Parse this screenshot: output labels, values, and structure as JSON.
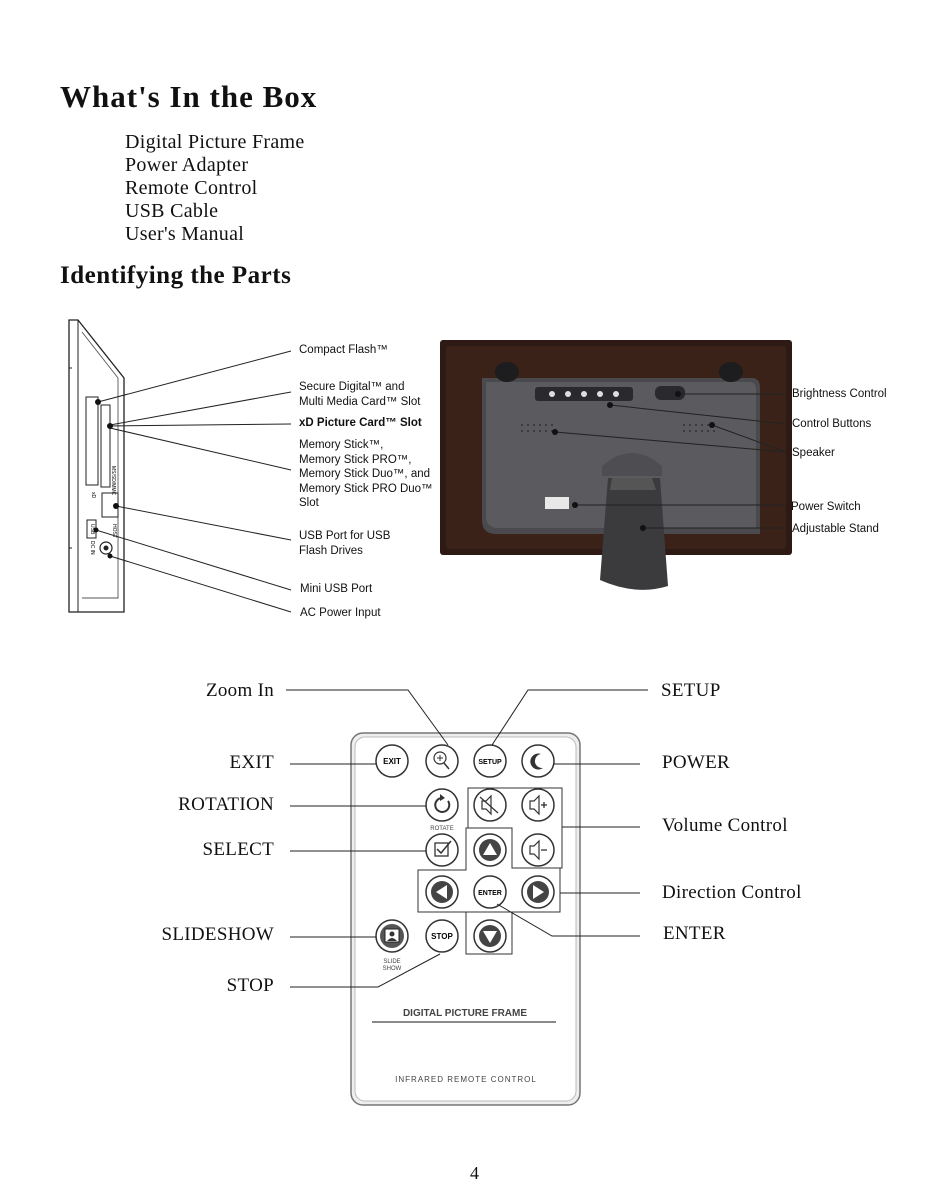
{
  "headings": {
    "box": "What's In the Box",
    "parts": "Identifying the Parts"
  },
  "box_items": [
    "Digital Picture Frame",
    "Power Adapter",
    "Remote Control",
    "USB Cable",
    "User's Manual"
  ],
  "side_parts": {
    "compact_flash": "Compact Flash™",
    "secure_digital_1": "Secure Digital™ and",
    "secure_digital_2": "Multi Media Card™ Slot",
    "xd": "xD Picture Card™ Slot",
    "ms_1": "Memory Stick™,",
    "ms_2": "Memory Stick PRO™,",
    "ms_3": "Memory Stick Duo™, and",
    "ms_4": "Memory Stick PRO Duo™",
    "ms_5": "Slot",
    "usb_1": "USB Port for USB",
    "usb_2": "Flash Drives",
    "mini_usb": "Mini USB Port",
    "ac": "AC Power Input"
  },
  "side_device_text": {
    "xd": "xD",
    "cf": "MS/SD/MMC",
    "usb": "USB",
    "host": "HOST",
    "dcin": "DC IN"
  },
  "back_parts": {
    "brightness": "Brightness Control",
    "control_buttons": "Control Buttons",
    "speaker": "Speaker",
    "power_switch": "Power Switch",
    "stand": "Adjustable Stand"
  },
  "remote_labels": {
    "zoom_in": "Zoom In",
    "exit": "EXIT",
    "rotation": "ROTATION",
    "select": "SELECT",
    "slideshow": "SLIDESHOW",
    "stop": "STOP",
    "setup": "SETUP",
    "power": "POWER",
    "volume": "Volume Control",
    "direction": "Direction Control",
    "enter": "ENTER"
  },
  "remote_buttons": {
    "exit": "EXIT",
    "setup": "SETUP",
    "enter": "ENTER",
    "stop": "STOP",
    "rotate": "ROTATE",
    "slide": "SLIDE",
    "show": "SHOW",
    "title": "DIGITAL PICTURE FRAME",
    "footer": "INFRARED REMOTE CONTROL"
  },
  "page_number": "4"
}
